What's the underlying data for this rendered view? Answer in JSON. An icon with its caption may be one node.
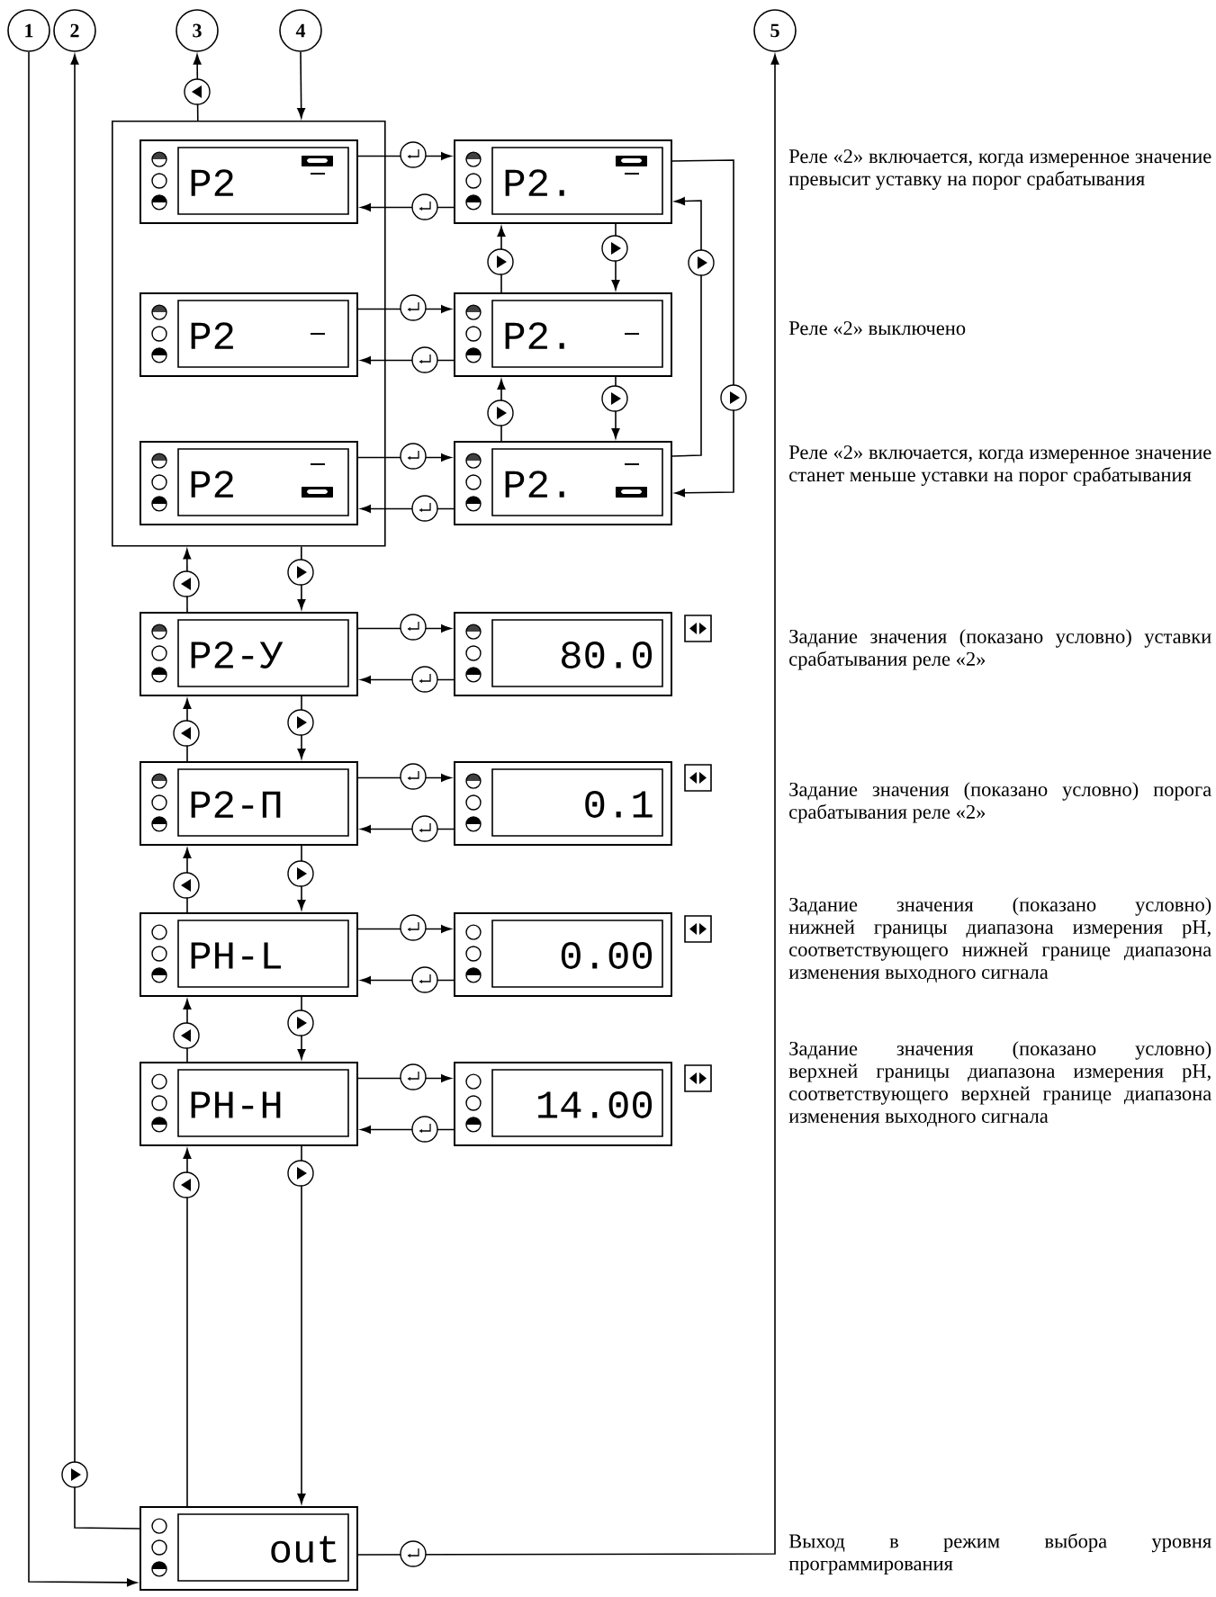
{
  "diagram": {
    "nodes": [
      {
        "text": [
          "1"
        ]
      },
      {
        "text": [
          "2"
        ]
      },
      {
        "text": [
          "3"
        ]
      },
      {
        "text": [
          "4"
        ]
      },
      {
        "text": [
          "5"
        ]
      },
      {
        "text": [],
        "shape": "box"
      },
      {
        "text": [
          "P2"
        ],
        "in": 5
      },
      {
        "text": [
          "P2."
        ]
      },
      {
        "text": [
          "P2"
        ],
        "in": 5
      },
      {
        "text": [
          "P2."
        ]
      },
      {
        "text": [
          "P2"
        ],
        "in": 5
      },
      {
        "text": [
          "P2."
        ]
      },
      {
        "text": [
          "P2-У"
        ]
      },
      {
        "text": [
          "80.0"
        ]
      },
      {
        "text": [
          "P2-П"
        ]
      },
      {
        "text": [
          "0.1"
        ]
      },
      {
        "text": [
          "PH-L"
        ]
      },
      {
        "text": [
          "0.00"
        ]
      },
      {
        "text": [
          "PH-H"
        ]
      },
      {
        "text": [
          "14.00"
        ]
      },
      {
        "text": [
          "out"
        ]
      }
    ],
    "edges": [
      {
        "from": 5,
        "to": 2,
        "arrow": "to"
      },
      {
        "from": 3,
        "to": 5,
        "arrow": "to"
      },
      {
        "from": 6,
        "to": 7,
        "arrow": "to"
      },
      {
        "from": 7,
        "to": 6,
        "arrow": "to"
      },
      {
        "from": 8,
        "to": 9,
        "arrow": "to"
      },
      {
        "from": 9,
        "to": 8,
        "arrow": "to"
      },
      {
        "from": 10,
        "to": 11,
        "arrow": "to"
      },
      {
        "from": 11,
        "to": 10,
        "arrow": "to"
      },
      {
        "from": 7,
        "to": 9,
        "arrow": "to"
      },
      {
        "from": 9,
        "to": 7,
        "arrow": "to"
      },
      {
        "from": 9,
        "to": 11,
        "arrow": "to"
      },
      {
        "from": 11,
        "to": 9,
        "arrow": "to"
      },
      {
        "from": 11,
        "to": 7,
        "arrow": "to"
      },
      {
        "from": 7,
        "to": 11,
        "arrow": "to"
      },
      {
        "from": 5,
        "to": 12,
        "arrow": "to"
      },
      {
        "from": 12,
        "to": 5,
        "arrow": "to"
      },
      {
        "from": 12,
        "to": 13,
        "arrow": "to"
      },
      {
        "from": 13,
        "to": 12,
        "arrow": "to"
      },
      {
        "from": 12,
        "to": 14,
        "arrow": "to"
      },
      {
        "from": 14,
        "to": 12,
        "arrow": "to"
      },
      {
        "from": 14,
        "to": 15,
        "arrow": "to"
      },
      {
        "from": 15,
        "to": 14,
        "arrow": "to"
      },
      {
        "from": 14,
        "to": 16,
        "arrow": "to"
      },
      {
        "from": 16,
        "to": 14,
        "arrow": "to"
      },
      {
        "from": 16,
        "to": 17,
        "arrow": "to"
      },
      {
        "from": 17,
        "to": 16,
        "arrow": "to"
      },
      {
        "from": 16,
        "to": 18,
        "arrow": "to"
      },
      {
        "from": 18,
        "to": 16,
        "arrow": "to"
      },
      {
        "from": 18,
        "to": 19,
        "arrow": "to"
      },
      {
        "from": 19,
        "to": 18,
        "arrow": "to"
      },
      {
        "from": 18,
        "to": 20,
        "arrow": "to"
      },
      {
        "from": 20,
        "to": 18,
        "arrow": "to"
      },
      {
        "from": 20,
        "to": 4,
        "arrow": "to"
      },
      {
        "from": 20,
        "to": 1,
        "arrow": "to"
      },
      {
        "from": 0,
        "to": 20,
        "arrow": "to"
      }
    ],
    "labels": [
      "Реле «2» включается, когда измеренное значение превысит уставку на порог срабатывания",
      "Реле «2» выключено",
      "Реле «2» включается, когда измеренное значение станет меньше уставки на порог срабатывания",
      "Задание значения (показано условно) уставки срабатывания реле «2»",
      "Задание значения (показано условно) порога срабатывания реле «2»",
      "Задание значения (показано условно) нижней границы диапазона измерения pH, соответствующего нижней границе диапазона изменения выходного сигнала",
      "Задание значения (показано условно) верхней границы диапазона измерения pH, соответствующего верхней границе диапазона изменения выходного сигнала",
      "Выход в режим выбора уровня программирования"
    ]
  }
}
